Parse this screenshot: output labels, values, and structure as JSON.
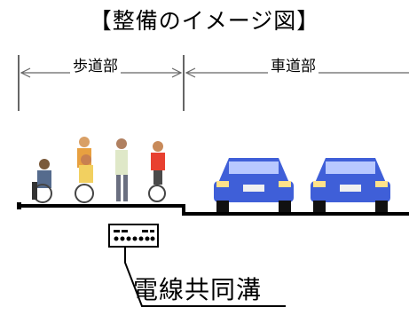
{
  "title": "【整備のイメージ図】",
  "sections": {
    "sidewalk": "歩道部",
    "roadway": "車道部"
  },
  "duct_label": "電線共同溝",
  "colors": {
    "ground": "#000000",
    "car": "#3f5fd8",
    "duct": "#000000",
    "arrow": "#666666"
  }
}
